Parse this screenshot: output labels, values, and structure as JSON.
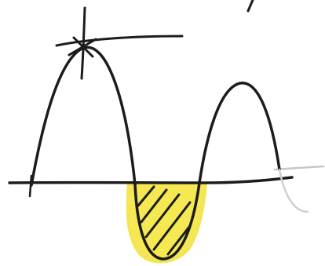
{
  "sketch": {
    "colors": {
      "ink": "#1c1c1c",
      "faint_ink": "#bdbdbd",
      "highlight": "#f2e13a",
      "highlight_edge": "#e8d21c",
      "paper": "#ffffff"
    },
    "elements": [
      "horizontal-axis",
      "sine-wave-first-crest",
      "sine-wave-trough",
      "sine-wave-second-crest",
      "peak-cross-mark",
      "shaded-trough-region",
      "hatch-lines",
      "faint-wave-tail",
      "corner-tick-mark"
    ]
  }
}
